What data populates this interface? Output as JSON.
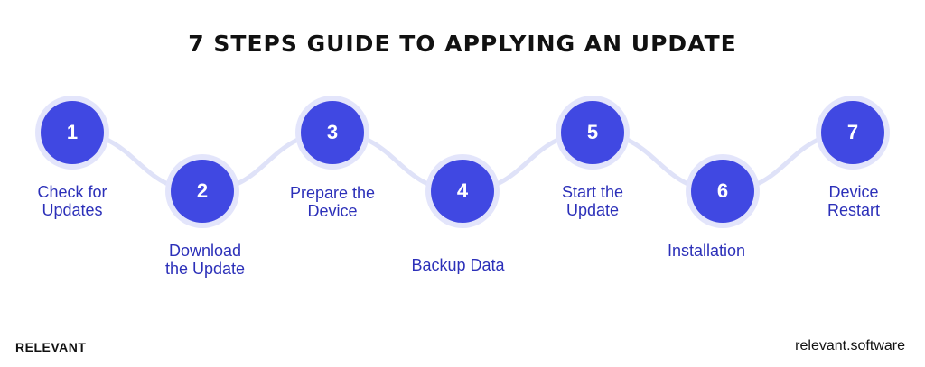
{
  "title": "7 STEPS GUIDE TO APPLYING AN UPDATE",
  "colors": {
    "circle_fill": "#4048e2",
    "circle_halo": "#e3e5fb",
    "connector": "#dfe2f8",
    "label_text": "#2c30b9",
    "title_text": "#111111"
  },
  "steps": [
    {
      "number": "1",
      "label_line1": "Check for",
      "label_line2": "Updates"
    },
    {
      "number": "2",
      "label_line1": "Download",
      "label_line2": "the Update"
    },
    {
      "number": "3",
      "label_line1": "Prepare the",
      "label_line2": "Device"
    },
    {
      "number": "4",
      "label_line1": "Backup Data",
      "label_line2": ""
    },
    {
      "number": "5",
      "label_line1": "Start the",
      "label_line2": "Update"
    },
    {
      "number": "6",
      "label_line1": "Installation",
      "label_line2": ""
    },
    {
      "number": "7",
      "label_line1": "Device",
      "label_line2": "Restart"
    }
  ],
  "footer": {
    "brand": "RELEVANT",
    "website": "relevant.software"
  }
}
